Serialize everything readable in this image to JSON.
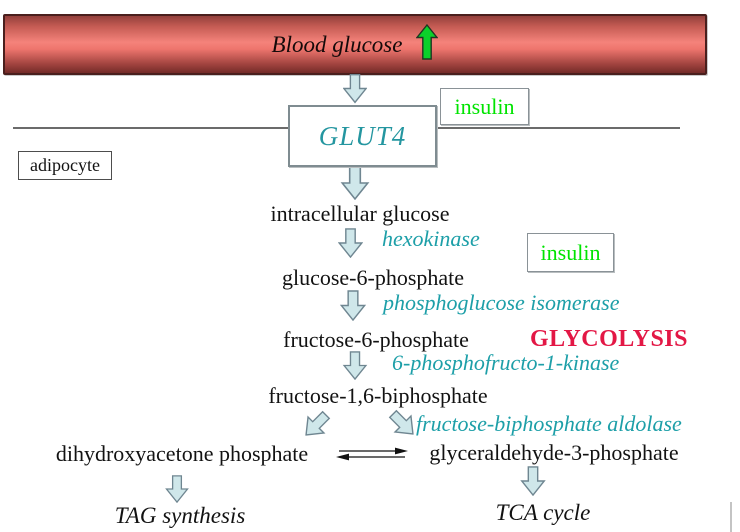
{
  "banner": {
    "label": "Blood glucose",
    "trend": "increase"
  },
  "cell": {
    "cell_type_label": "adipocyte",
    "transporter_label": "GLUT4"
  },
  "hormones": {
    "insulin_membrane": "insulin",
    "insulin_cytosol": "insulin"
  },
  "pathway": {
    "title": "GLYCOLYSIS",
    "metabolites": {
      "intracellular_glucose": "intracellular glucose",
      "glucose_6_phosphate": "glucose-6-phosphate",
      "fructose_6_phosphate": "fructose-6-phosphate",
      "fructose_1_6_biphosphate": "fructose-1,6-biphosphate",
      "dihydroxyacetone_phosphate": "dihydroxyacetone phosphate",
      "glyceraldehyde_3_phosphate": "glyceraldehyde-3-phosphate"
    },
    "enzymes": {
      "hexokinase": "hexokinase",
      "phosphoglucose_isomerase": "phosphoglucose isomerase",
      "phosphofructokinase": "6-phosphofructo-1-kinase",
      "aldolase": "fructose-biphosphate aldolase"
    },
    "fates": {
      "dhap_fate": "TAG synthesis",
      "g3p_fate": "TCA cycle"
    }
  },
  "icons": {
    "increase": "up-block-arrow",
    "flow": "down-block-arrow",
    "equilibrium": "double-harpoon-arrows"
  },
  "colors": {
    "enzyme_teal": "#1d9fa8",
    "transporter_teal": "#2496a0",
    "insulin_green": "#00e400",
    "glycolysis_red": "#e31745",
    "flow_arrow_fill": "#cfe7ea",
    "flow_arrow_border": "#6f8691",
    "vessel_light": "#f5837b",
    "vessel_dark": "#742b28",
    "increase_arrow_green": "#0bd02a"
  }
}
